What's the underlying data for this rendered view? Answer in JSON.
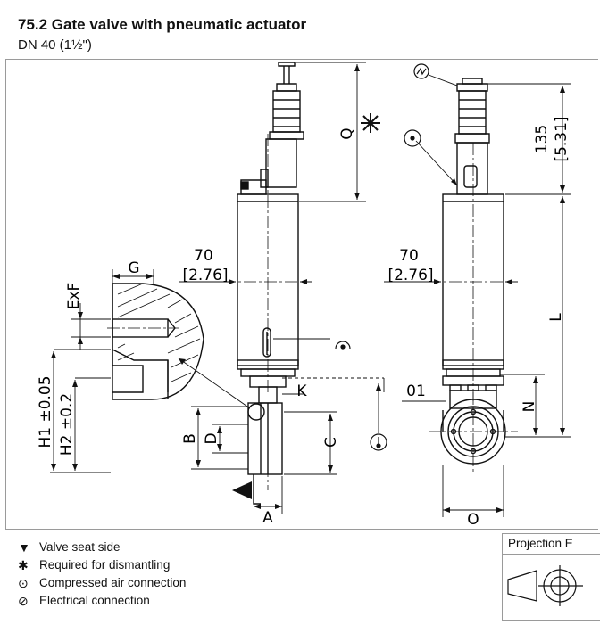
{
  "header": {
    "title": "75.2    Gate valve with pneumatic actuator",
    "subtitle": "DN 40 (1½\")"
  },
  "dimensions": {
    "width_mm": "70",
    "width_in": "[2.76]",
    "width2_mm": "70",
    "width2_in": "[2.76]",
    "height_mm": "135",
    "height_in": "[5.31]",
    "q": "Q",
    "g": "G",
    "exf": "ExF",
    "k": "K",
    "h1": "H1 ±0.05",
    "h2": "H2 ±0.2",
    "b": "B",
    "d": "D",
    "c": "C",
    "a": "A",
    "o": "O",
    "o1": "01",
    "n": "N",
    "l": "L"
  },
  "legend": [
    {
      "icon": "valve-seat-triangle-icon",
      "glyph": "▼",
      "label": "Valve seat side"
    },
    {
      "icon": "asterisk-icon",
      "glyph": "✱",
      "label": "Required for dismantling"
    },
    {
      "icon": "compressed-air-icon",
      "glyph": "⊙",
      "label": "Compressed air connection"
    },
    {
      "icon": "electrical-icon",
      "glyph": "⊘",
      "label": "Electrical connection"
    }
  ],
  "projection": {
    "label": "Projection E"
  }
}
